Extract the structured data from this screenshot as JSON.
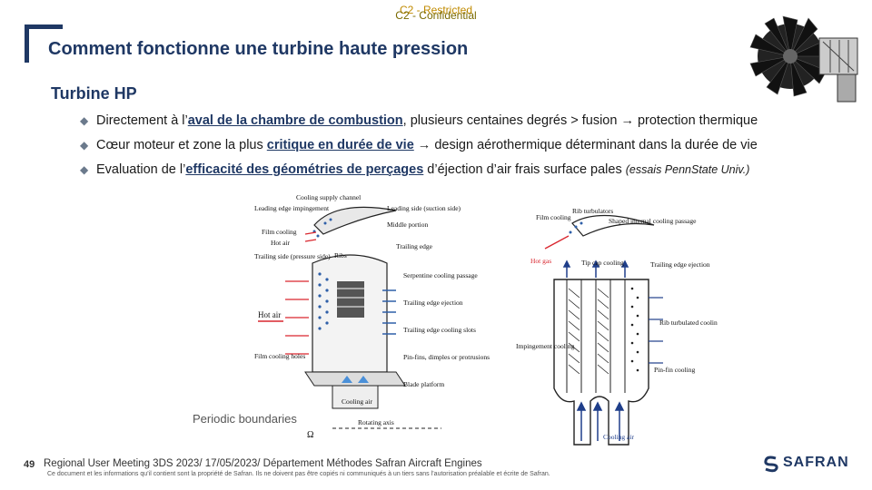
{
  "header": {
    "confidential_line1": "C2 - Restricted",
    "confidential_line2": "C2 - Confidential",
    "title": "Comment fonctionne une turbine haute pression"
  },
  "content": {
    "subtitle": "Turbine HP",
    "bullets": [
      {
        "pre": "Directement à l’",
        "bold": "aval de la chambre de combustion",
        "post": ", plusieurs centaines degrés > fusion → protection thermique",
        "italic": ""
      },
      {
        "pre": "Cœur moteur et zone la plus ",
        "bold": "critique en durée de vie",
        "post": " → design aérothermique déterminant dans la durée de vie",
        "italic": ""
      },
      {
        "pre": "Evaluation de l’",
        "bold": "efficacité des géométries de perçages",
        "post": " d’éjection d’air frais surface pales ",
        "italic": "(essais PennState Univ.)"
      }
    ]
  },
  "figure_left": {
    "labels": {
      "cooling_supply": "Cooling supply channel",
      "leading_edge_impingement": "Leading edge impingement",
      "film_cooling": "Film cooling",
      "hot_air_small": "Hot air",
      "trailing_side": "Trailing side (pressure side)",
      "leading_side": "Leading side (suction side)",
      "middle_portion": "Middle portion",
      "trailing_edge": "Trailing edge",
      "ribs": "Ribs",
      "serpentine": "Serpentine cooling passage",
      "te_ejection": "Trailing edge ejection",
      "te_slots": "Trailing edge cooling slots",
      "hot_air": "Hot air",
      "film_cooling_holes": "Film cooling holes",
      "pin_fins": "Pin-fins, dimples or protrusions",
      "blade_platform": "Blade platform",
      "cooling_air": "Cooling air",
      "rotating_axis": "Rotating axis",
      "periodic": "Periodic boundaries",
      "omega": "Ω"
    }
  },
  "figure_right": {
    "labels": {
      "rib_turbulators": "Rib turbulators",
      "film_cooling": "Film cooling",
      "shaped_passage": "Shaped internal cooling passage",
      "hot_gas": "Hot gas",
      "tip_cap": "Tip cap cooling",
      "te_ejection": "Trailing edge ejection",
      "rib_turbulated": "Rib turbulated cooling",
      "impingement": "Impingement cooling",
      "pin_fin": "Pin-fin cooling",
      "cooling_air": "Cooling air"
    }
  },
  "footer": {
    "page": "49",
    "text": "Regional User Meeting 3DS 2023/ 17/05/2023/ Département Méthodes Safran Aircraft Engines",
    "legal": "Ce document et les informations qu’il contient sont la propriété de Safran. Ils ne doivent pas être copiés ni communiqués à un tiers sans l’autorisation préalable et écrite de Safran.",
    "logo_text": "SAFRAN"
  },
  "colors": {
    "title": "#1f3864",
    "hot": "#d9262e",
    "cool": "#2e5fa8"
  }
}
